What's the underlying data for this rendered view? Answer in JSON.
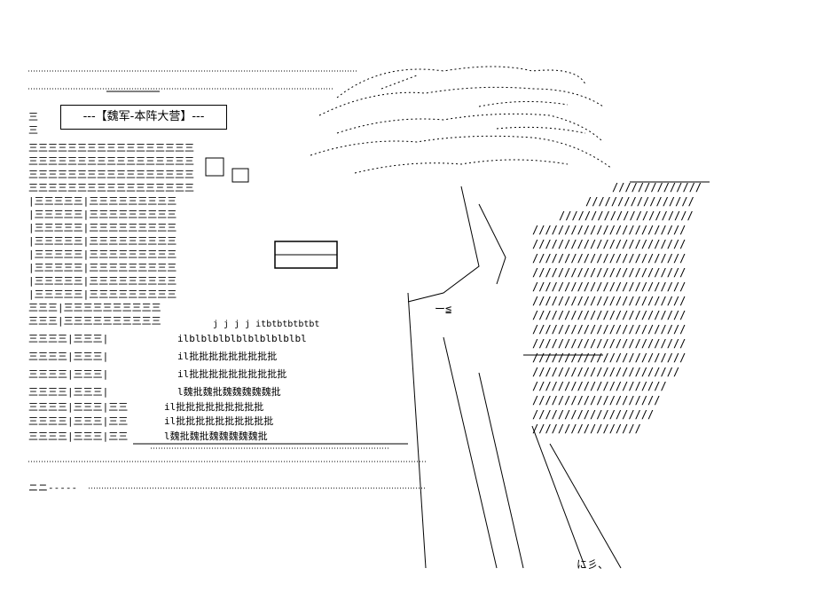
{
  "caption": "---【魏军-本阵大营】---",
  "colors": {
    "ink": "#000000",
    "paper": "#ffffff"
  },
  "art": {
    "fill_glyph": "三",
    "kanji_rows": [
      "ilblblblblblblblblblbl",
      "il批批批批批批批批批",
      "il批批批批批批批批批批",
      "l魏批魏批魏魏魏魏魏批"
    ],
    "roof_row": "j j j j itbtbtbtbtbt",
    "hatch_glyph": "/"
  }
}
